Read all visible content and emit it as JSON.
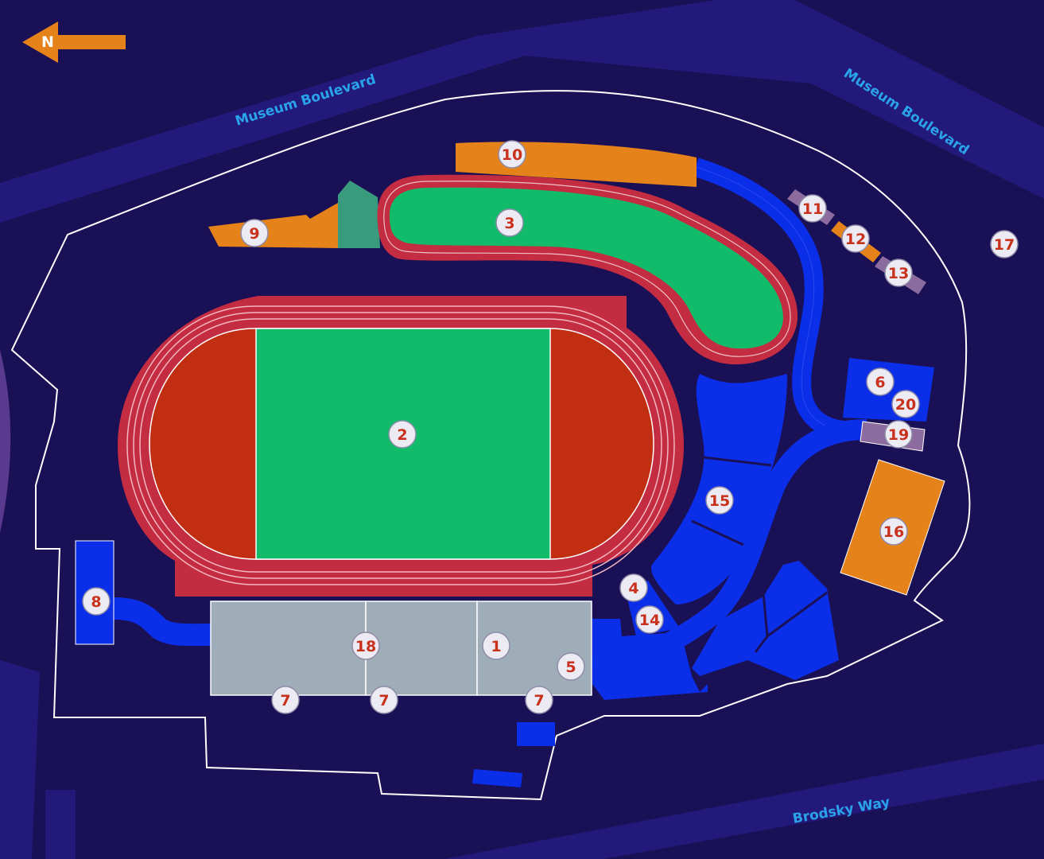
{
  "compass": {
    "label": "N"
  },
  "colors": {
    "background": "#1a1055",
    "road": "#23197a",
    "orange": "#e5831a",
    "green": "#11bb69",
    "teal": "#3a9a7e",
    "track_red": "#c42c42",
    "infield_red": "#c22e12",
    "blue": "#0b2ee8",
    "gray": "#9eadb8",
    "mauve": "#8c6c9e",
    "outline": "#ffffff",
    "marker_text": "#c8321c"
  },
  "roads": [
    {
      "name": "Museum Boulevard"
    },
    {
      "name": "Museum Boulevard"
    },
    {
      "name": "Brodsky Way"
    }
  ],
  "markers": [
    {
      "label": "1"
    },
    {
      "label": "2"
    },
    {
      "label": "3"
    },
    {
      "label": "4"
    },
    {
      "label": "5"
    },
    {
      "label": "6"
    },
    {
      "label": "7"
    },
    {
      "label": "7"
    },
    {
      "label": "7"
    },
    {
      "label": "8"
    },
    {
      "label": "9"
    },
    {
      "label": "10"
    },
    {
      "label": "11"
    },
    {
      "label": "12"
    },
    {
      "label": "13"
    },
    {
      "label": "14"
    },
    {
      "label": "15"
    },
    {
      "label": "16"
    },
    {
      "label": "17"
    },
    {
      "label": "18"
    },
    {
      "label": "19"
    },
    {
      "label": "20"
    }
  ]
}
